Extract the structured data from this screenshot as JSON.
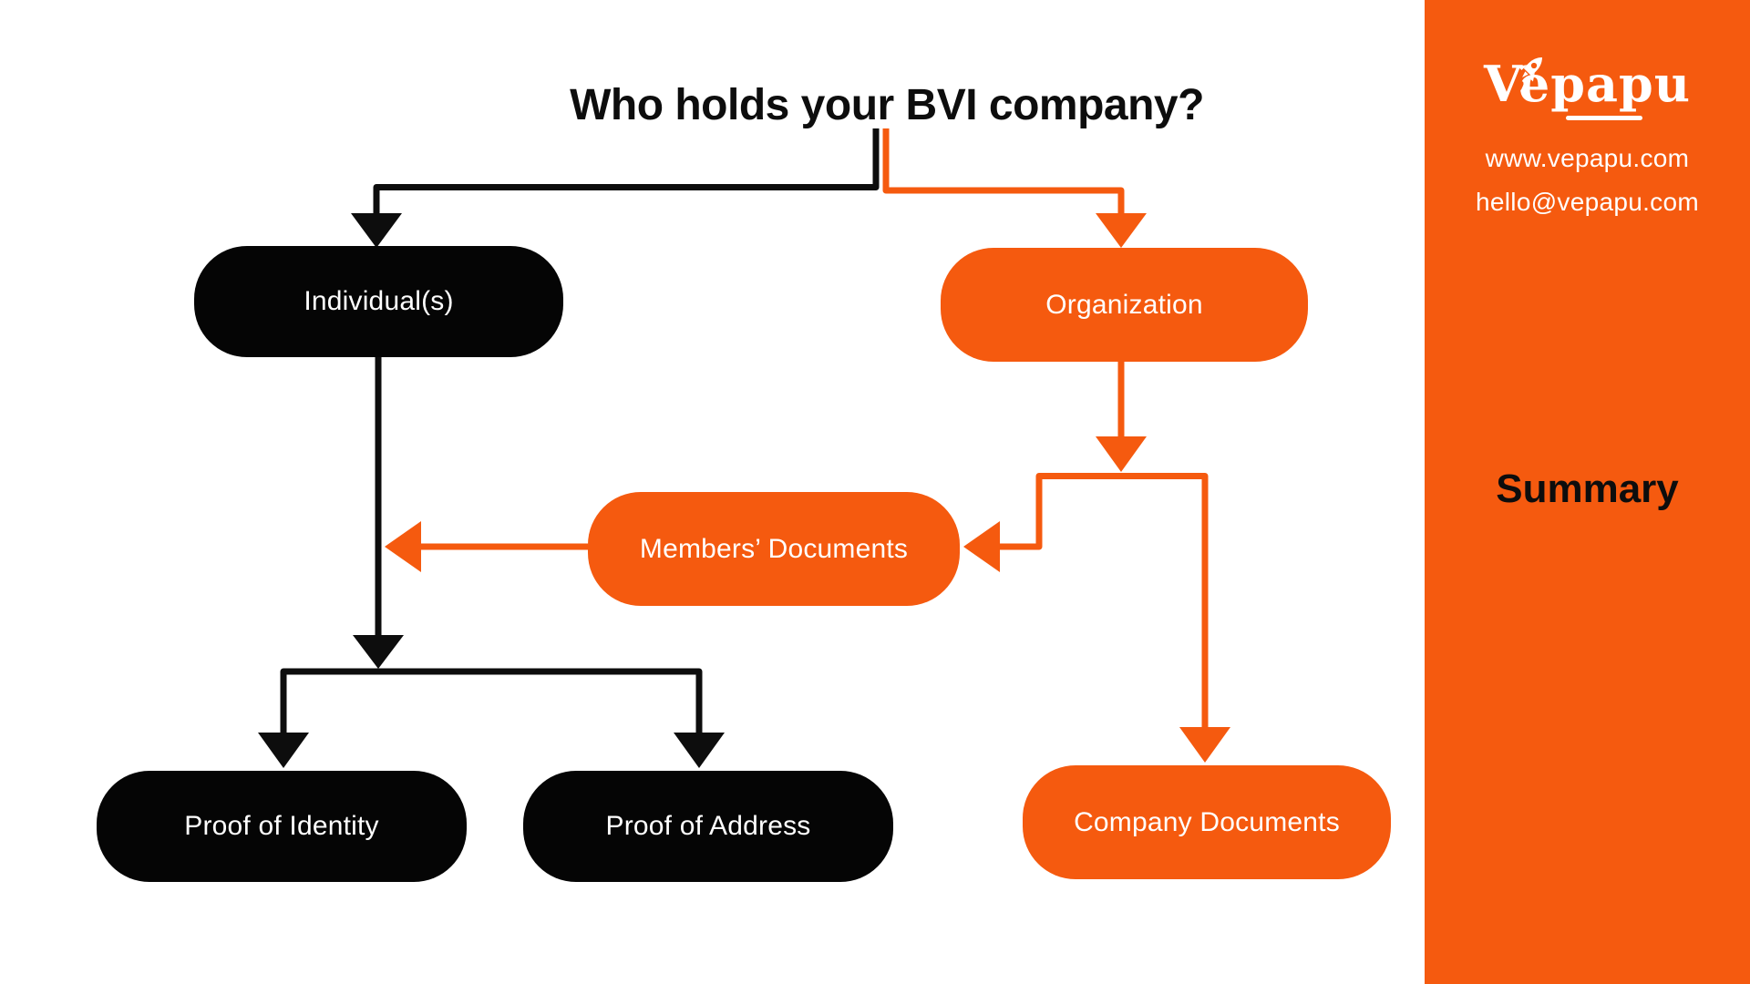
{
  "title": "Who holds your BVI company?",
  "diagram": {
    "nodes": {
      "individual": {
        "label": "Individual(s)",
        "color": "black"
      },
      "organization": {
        "label": "Organization",
        "color": "orange"
      },
      "members_documents": {
        "label": "Members’ Documents",
        "color": "orange"
      },
      "proof_of_identity": {
        "label": "Proof of Identity",
        "color": "black"
      },
      "proof_of_address": {
        "label": "Proof of Address",
        "color": "black"
      },
      "company_documents": {
        "label": "Company Documents",
        "color": "orange"
      }
    },
    "edges": [
      {
        "from": "title",
        "to": "individual",
        "color": "black"
      },
      {
        "from": "title",
        "to": "organization",
        "color": "orange"
      },
      {
        "from": "organization",
        "to": "members_documents",
        "color": "orange"
      },
      {
        "from": "organization",
        "to": "company_documents",
        "color": "orange"
      },
      {
        "from": "members_documents",
        "to": "individual",
        "color": "orange"
      },
      {
        "from": "individual",
        "to": "proof_of_identity",
        "color": "black"
      },
      {
        "from": "individual",
        "to": "proof_of_address",
        "color": "black"
      }
    ]
  },
  "sidebar": {
    "logo_text": "Vepapu",
    "website": "www.vepapu.com",
    "email": "hello@vepapu.com",
    "section_label": "Summary",
    "rocket_icon": "rocket-icon",
    "heart_icon": "♥"
  },
  "colors": {
    "accent_orange": "#F55A0F",
    "node_black": "#050505",
    "text_black": "#0d0d0d",
    "white": "#FFFFFF"
  }
}
